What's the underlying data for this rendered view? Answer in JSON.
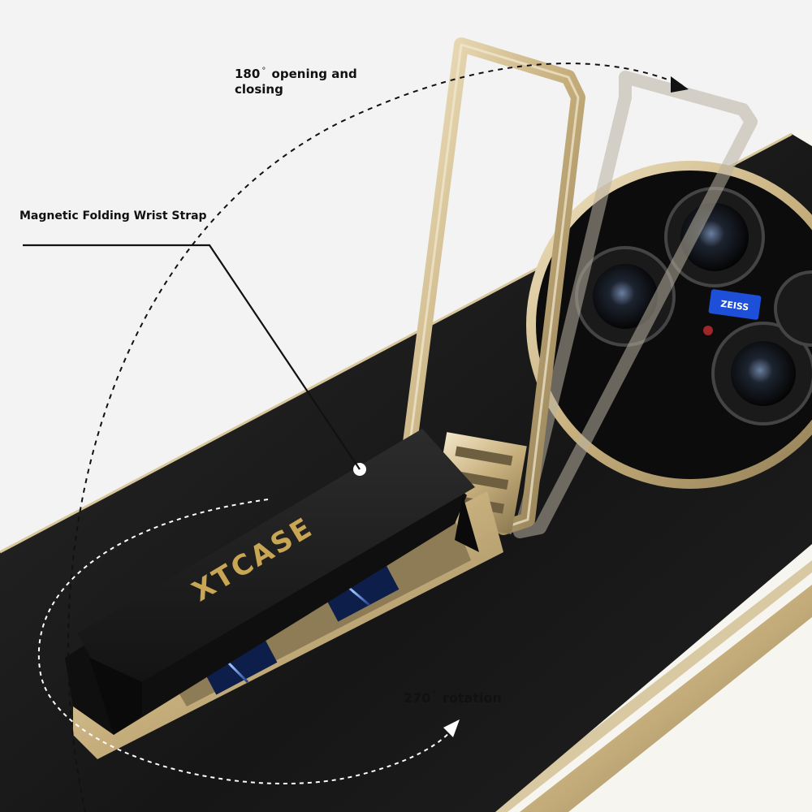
{
  "annotations": {
    "opening": {
      "angle": "180",
      "degree_mark": "°",
      "text": "opening and closing"
    },
    "wrist_strap": {
      "text": "Magnetic Folding Wrist Strap"
    },
    "rotation": {
      "angle": "270",
      "degree_mark": "°",
      "text": "rotation"
    }
  },
  "product": {
    "brand_logo": "XTCASE",
    "camera_badge": "ZEISS"
  },
  "colors": {
    "leather": "#1b1b1b",
    "gold_frame": "#c9b58a",
    "background": "#f3f3f3",
    "camera_lens": "#0a0a0a",
    "zeiss_blue": "#1d4fd8"
  }
}
